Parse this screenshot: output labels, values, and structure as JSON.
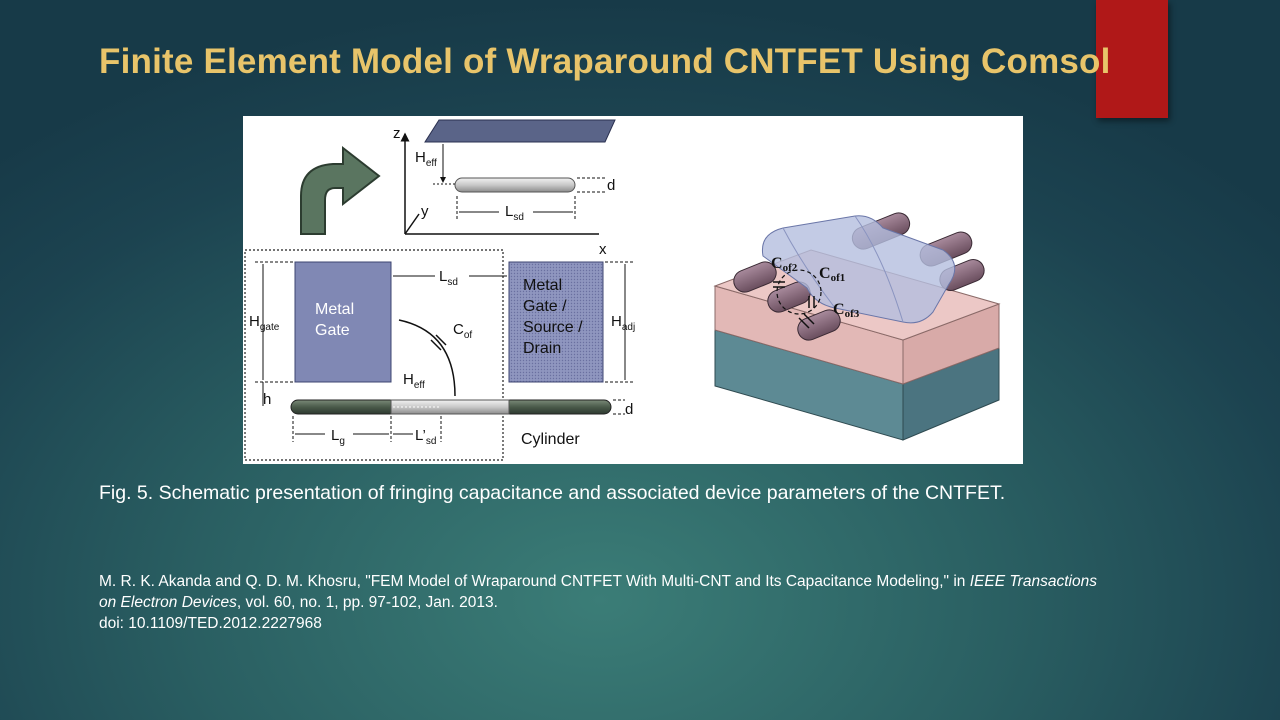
{
  "slide": {
    "title": "Finite Element Model of Wraparound  CNTFET Using Comsol",
    "caption": "Fig. 5. Schematic presentation of fringing capacitance and associated device parameters of the CNTFET.",
    "reference": {
      "part1": "M. R. K. Akanda and Q. D. M. Khosru, \"FEM Model of Wraparound CNTFET With Multi-CNT and Its Capacitance Modeling,\" in ",
      "journal": "IEEE Transactions on Electron Devices",
      "part2": ", vol. 60, no. 1, pp. 97-102, Jan. 2013.",
      "doi": "doi: 10.1109/TED.2012.2227968"
    }
  },
  "colors": {
    "title": "#e8c46a",
    "accent_bar": "#b01818",
    "metal_gate": "#8088b4",
    "cnt_dark": "#4a5a4a",
    "arrow": "#5a7560",
    "substrate_top": "#e2b8b6",
    "substrate_bottom": "#5d8a94",
    "gate_wrap": "#b4bede",
    "cnt_3d": "#8e6e80"
  },
  "figure": {
    "axis_z": "z",
    "axis_x": "x",
    "axis_y": "y",
    "h_eff_top": "H",
    "eff_sub": "eff",
    "l_sd_top": "L",
    "sd_sub": "sd",
    "d_top": "d",
    "metal_gate": [
      "Metal",
      "Gate"
    ],
    "metal_gate_sd": [
      "Metal",
      "Gate /",
      "Source /",
      "Drain"
    ],
    "h_gate": "H",
    "gate_sub": "gate",
    "l_sd_mid": "L",
    "c_of": "C",
    "of_sub": "of",
    "h_adj": "H",
    "adj_sub": "adj",
    "h_eff_mid": "H",
    "h_label": "h",
    "d_mid": "d",
    "l_g": "L",
    "g_sub": "g",
    "l_prime_sd": "L’",
    "cylinder": "Cylinder",
    "cof2": "C",
    "cof2_sub": "of2",
    "cof1": "C",
    "cof1_sub": "of1",
    "cof3": "C",
    "cof3_sub": "of3"
  }
}
